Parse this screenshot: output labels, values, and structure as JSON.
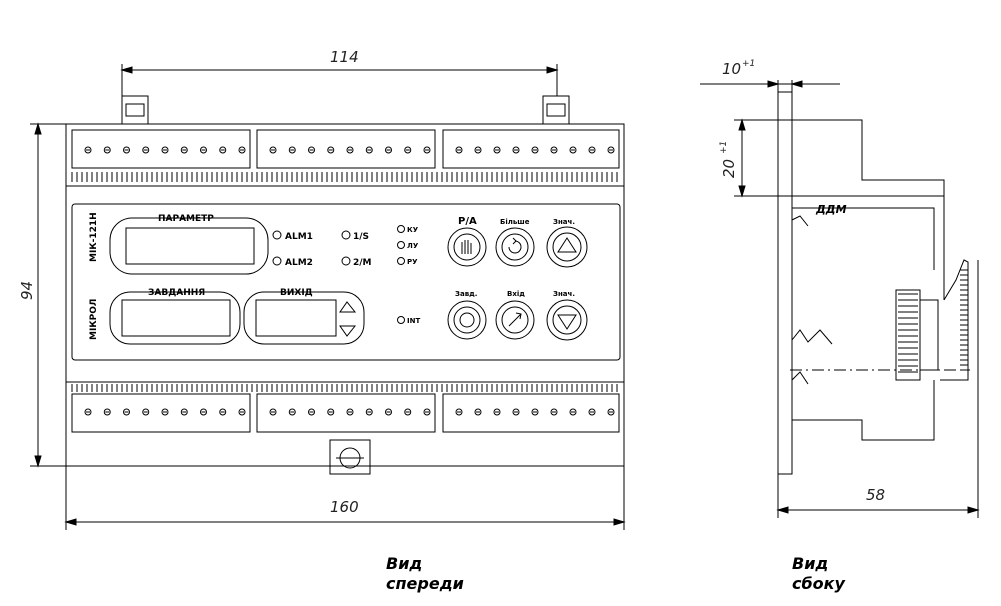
{
  "dimensions": {
    "front_width": "114",
    "front_total_width": "160",
    "front_height": "94",
    "side_top": "10",
    "side_top_tol": "+1",
    "side_step": "20",
    "side_step_tol": "+1",
    "side_depth": "58"
  },
  "panel": {
    "model": "МІК-121Н",
    "brand": "МІКРОЛ",
    "brand_mark": "ДДМ",
    "windows": {
      "parameter": "ПАРАМЕТР",
      "setpoint": "ЗАВДАННЯ",
      "output": "ВИХІД"
    },
    "indicators": {
      "alm1": "ALM1",
      "alm2": "ALM2",
      "one_s": "1/S",
      "two_m": "2/M",
      "ku": "КУ",
      "lu": "ЛУ",
      "ru": "РУ",
      "int": "INT"
    },
    "buttons": {
      "ra": "Р/А",
      "more": "Більше",
      "value_up": "Знач.",
      "setpoint": "Завд.",
      "output": "Вхід",
      "value_down": "Знач."
    }
  },
  "captions": {
    "front_line1": "Вид",
    "front_line2": "спереди",
    "side_line1": "Вид",
    "side_line2": "сбоку"
  }
}
